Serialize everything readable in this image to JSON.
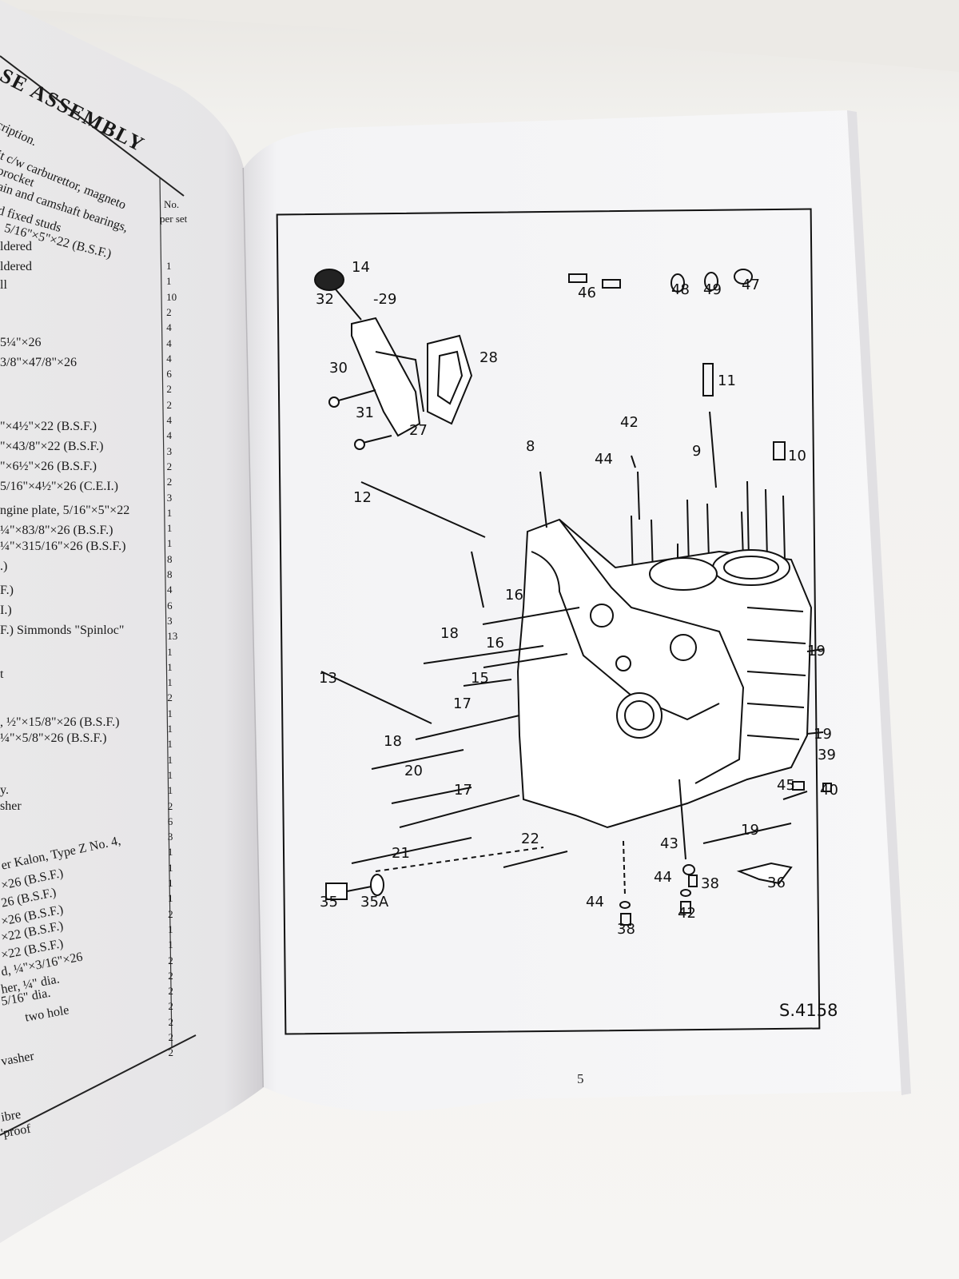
{
  "left_page": {
    "heading": "ASE ASSEMBLY",
    "subheading": "cription.",
    "column_header_qty": "No.",
    "column_header_qty_sub": "per set",
    "rows": [
      "it c/w carburettor, magneto",
      "procket",
      "ain and camshaft bearings,",
      "d fixed studs",
      ", 5/16\"×5\"×22 (B.S.F.)",
      "ldered",
      "ldered",
      "ll",
      "5¼\"×26",
      "3/8\"×47/8\"×26",
      "\"×4½\"×22 (B.S.F.)",
      "\"×43/8\"×22 (B.S.F.)",
      "\"×6½\"×26 (B.S.F.)",
      "5/16\"×4½\"×26 (C.E.I.)",
      "ngine plate, 5/16\"×5\"×22",
      "¼\"×83/8\"×26 (B.S.F.)",
      "¼\"×315/16\"×26 (B.S.F.)",
      ".)",
      "F.)",
      "I.)",
      "F.) Simmonds \"Spinloc\"",
      "t",
      ", ½\"×15/8\"×26 (B.S.F.)",
      "¼\"×5/8\"×26 (B.S.F.)",
      "y.",
      "sher",
      "er Kalon, Type Z No. 4,",
      "×26 (B.S.F.)",
      "26 (B.S.F.)",
      "×26 (B.S.F.)",
      "×22 (B.S.F.)",
      "×22 (B.S.F.)",
      "d, ¼\"×3/16\"×26",
      "her, ¼\" dia.",
      "5/16\" dia.",
      "two hole",
      "vasher",
      "ibre",
      "'proof"
    ],
    "quantities": [
      "1",
      "1",
      "10",
      "2",
      "4",
      "4",
      "4",
      "6",
      "2",
      "2",
      "4",
      "4",
      "3",
      "2",
      "2",
      "3",
      "1",
      "1",
      "1",
      "8",
      "8",
      "4",
      "6",
      "3",
      "13",
      "1",
      "1",
      "1",
      "2",
      "1",
      "1",
      "1",
      "1",
      "1",
      "1",
      "2",
      "6",
      "3",
      "1",
      "1",
      "1",
      "1",
      "2",
      "1",
      "1",
      "2",
      "2",
      "2",
      "2",
      "2",
      "2",
      "2"
    ]
  },
  "right_page": {
    "figure_ref": "S.4158",
    "page_number": "5",
    "callouts": [
      {
        "id": "c14",
        "text": "14"
      },
      {
        "id": "c32",
        "text": "32"
      },
      {
        "id": "c29",
        "text": "-29"
      },
      {
        "id": "c28",
        "text": "28"
      },
      {
        "id": "c30",
        "text": "30"
      },
      {
        "id": "c31",
        "text": "31"
      },
      {
        "id": "c27",
        "text": "27"
      },
      {
        "id": "c46",
        "text": "46"
      },
      {
        "id": "c48",
        "text": "48"
      },
      {
        "id": "c49",
        "text": "49"
      },
      {
        "id": "c47",
        "text": "47"
      },
      {
        "id": "c11",
        "text": "11"
      },
      {
        "id": "c42a",
        "text": "42"
      },
      {
        "id": "c44a",
        "text": "44"
      },
      {
        "id": "c8",
        "text": "8"
      },
      {
        "id": "c9",
        "text": "9"
      },
      {
        "id": "c10",
        "text": "10"
      },
      {
        "id": "c12",
        "text": "12"
      },
      {
        "id": "c16a",
        "text": "16"
      },
      {
        "id": "c18a",
        "text": "18"
      },
      {
        "id": "c16b",
        "text": "16"
      },
      {
        "id": "c13",
        "text": "13"
      },
      {
        "id": "c15",
        "text": "15"
      },
      {
        "id": "c17a",
        "text": "17"
      },
      {
        "id": "c19a",
        "text": "19"
      },
      {
        "id": "c18b",
        "text": "18"
      },
      {
        "id": "c19b",
        "text": "19"
      },
      {
        "id": "c39",
        "text": "39"
      },
      {
        "id": "c20",
        "text": "20"
      },
      {
        "id": "c17b",
        "text": "17"
      },
      {
        "id": "c45",
        "text": "45"
      },
      {
        "id": "c40",
        "text": "40"
      },
      {
        "id": "c19c",
        "text": "19"
      },
      {
        "id": "c22",
        "text": "22"
      },
      {
        "id": "c21",
        "text": "21"
      },
      {
        "id": "c43",
        "text": "43"
      },
      {
        "id": "c36",
        "text": "36"
      },
      {
        "id": "c44b",
        "text": "44"
      },
      {
        "id": "c38a",
        "text": "38"
      },
      {
        "id": "c42b",
        "text": "42"
      },
      {
        "id": "c35",
        "text": "35"
      },
      {
        "id": "c35a",
        "text": "35A"
      },
      {
        "id": "c44c",
        "text": "44"
      },
      {
        "id": "c38b",
        "text": "38"
      }
    ]
  },
  "colors": {
    "background": "#f4f3f1",
    "paper": "#ffffff",
    "ink": "#111111"
  }
}
